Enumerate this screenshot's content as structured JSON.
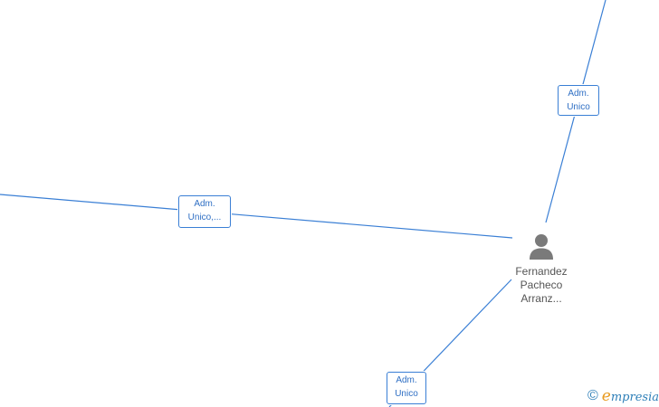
{
  "edges": [
    {
      "id": "right",
      "label_lines": [
        "Adm.",
        "Unico"
      ]
    },
    {
      "id": "left",
      "label_lines": [
        "Adm.",
        "Unico,..."
      ]
    },
    {
      "id": "bottom",
      "label_lines": [
        "Adm.",
        "Unico"
      ]
    }
  ],
  "node": {
    "icon": "person-icon",
    "name_lines": [
      "Fernandez",
      "Pacheco",
      "Arranz..."
    ]
  },
  "brand": {
    "copyright_symbol": "©",
    "logo_first": "e",
    "logo_rest": "mpresia"
  },
  "colors": {
    "edge": "#3a7fd5",
    "label_text": "#2f6fc4",
    "node_text": "#555555",
    "icon": "#7a7a7a",
    "brand_blue": "#2e7fb8",
    "brand_orange": "#e89a1f"
  }
}
